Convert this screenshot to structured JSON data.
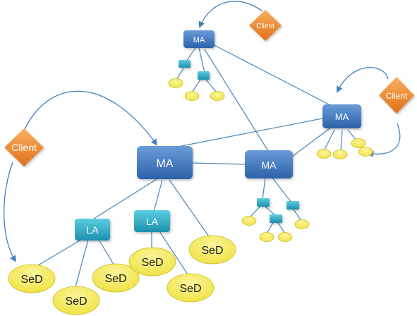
{
  "colors": {
    "ma_fill_top": "#5b8fd0",
    "ma_fill_bottom": "#2f66ad",
    "la_fill_top": "#4cc3d8",
    "la_fill_bottom": "#1f93b0",
    "sed_fill": "#f4ec5a",
    "sed_stroke": "#c9be2a",
    "client_fill_top": "#f7a14a",
    "client_fill_bottom": "#e3761f",
    "edge": "#4a86b8",
    "arrow": "#3f7fc0"
  },
  "nodes": {
    "ma_main": {
      "label": "MA"
    },
    "ma_mid": {
      "label": "MA"
    },
    "ma_top": {
      "label": "MA"
    },
    "ma_right": {
      "label": "MA"
    },
    "la_left": {
      "label": "LA"
    },
    "la_center": {
      "label": "LA"
    },
    "sed_1": {
      "label": "SeD"
    },
    "sed_2": {
      "label": "SeD"
    },
    "sed_3": {
      "label": "SeD"
    },
    "sed_4": {
      "label": "SeD"
    },
    "sed_5": {
      "label": "SeD"
    },
    "sed_6": {
      "label": "SeD"
    },
    "client_left": {
      "label": "Client"
    },
    "client_top": {
      "label": "Client"
    },
    "client_right": {
      "label": "Client"
    }
  }
}
